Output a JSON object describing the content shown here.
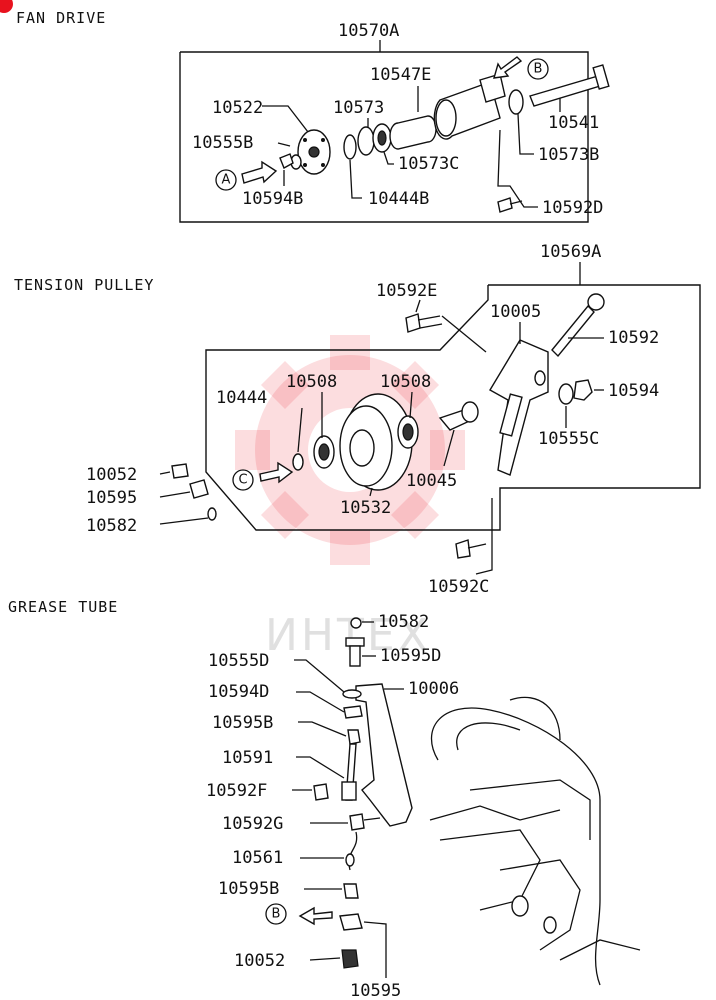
{
  "sections": {
    "fan_drive": "FAN DRIVE",
    "tension_pulley": "TENSION PULLEY",
    "grease_tube": "GREASE TUBE"
  },
  "watermark": {
    "text": "ИНТЕХ",
    "color": "#ec2b36"
  },
  "fan_drive": {
    "assembly": "10570A",
    "labels": {
      "p10547e": "10547E",
      "p10522": "10522",
      "p10573": "10573",
      "p10555b": "10555B",
      "p10541": "10541",
      "p10573c": "10573C",
      "p10573b": "10573B",
      "p10594b": "10594B",
      "p10444b": "10444B",
      "p10592d": "10592D"
    },
    "arrow_a": "A",
    "arrow_b": "B"
  },
  "tension_pulley": {
    "assembly": "10569A",
    "labels": {
      "p10592e": "10592E",
      "p10005": "10005",
      "p10592": "10592",
      "p10508a": "10508",
      "p10508b": "10508",
      "p10444": "10444",
      "p10594": "10594",
      "p10555c": "10555C",
      "p10052": "10052",
      "p10595": "10595",
      "p10045": "10045",
      "p10582": "10582",
      "p10532": "10532",
      "p10592c": "10592C"
    },
    "arrow_c": "C"
  },
  "grease_tube": {
    "labels": {
      "p10582": "10582",
      "p10595d": "10595D",
      "p10555d": "10555D",
      "p10006": "10006",
      "p10594d": "10594D",
      "p10595b_top": "10595B",
      "p10591": "10591",
      "p10592f": "10592F",
      "p10592g": "10592G",
      "p10561": "10561",
      "p10595b_bottom": "10595B",
      "p10052": "10052",
      "p10595": "10595"
    },
    "arrow_b": "B"
  }
}
